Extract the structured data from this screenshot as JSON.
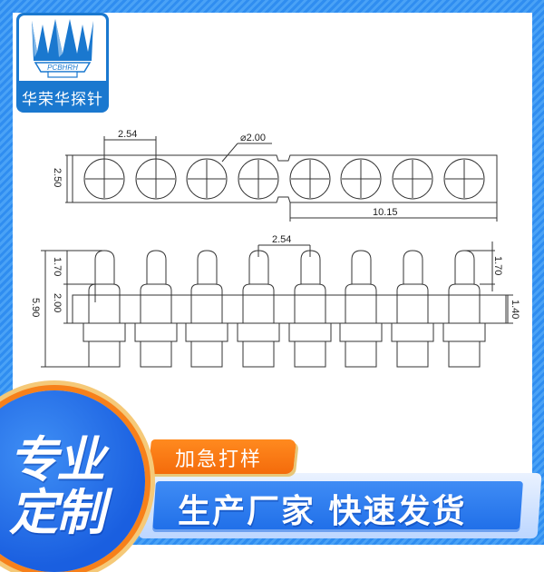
{
  "logo": {
    "brand_code": "PCBHRH",
    "name": "华荣华探针",
    "color": "#1a78cf"
  },
  "top_view": {
    "pitch_label": "2.54",
    "diameter_label": "⌀2.00",
    "height_label": "2.50",
    "span_label": "10.15",
    "hole_count": 8
  },
  "side_view": {
    "pitch_label": "2.54",
    "total_height_label": "5.90",
    "tip_height_left_label": "1.70",
    "body_height_label": "2.00",
    "tip_height_right_label": "1.70",
    "bar_height_label": "1.40",
    "pin_count": 8
  },
  "promo": {
    "badge_line1": "专业",
    "badge_line2": "定制",
    "orange_tag": "加急打样",
    "blue_banner": "生产厂家 快速发货",
    "colors": {
      "blue": "#1f6ee8",
      "orange": "#f46b0b",
      "gold": "#f5c978",
      "frame_blue": "#2f8df0"
    }
  }
}
